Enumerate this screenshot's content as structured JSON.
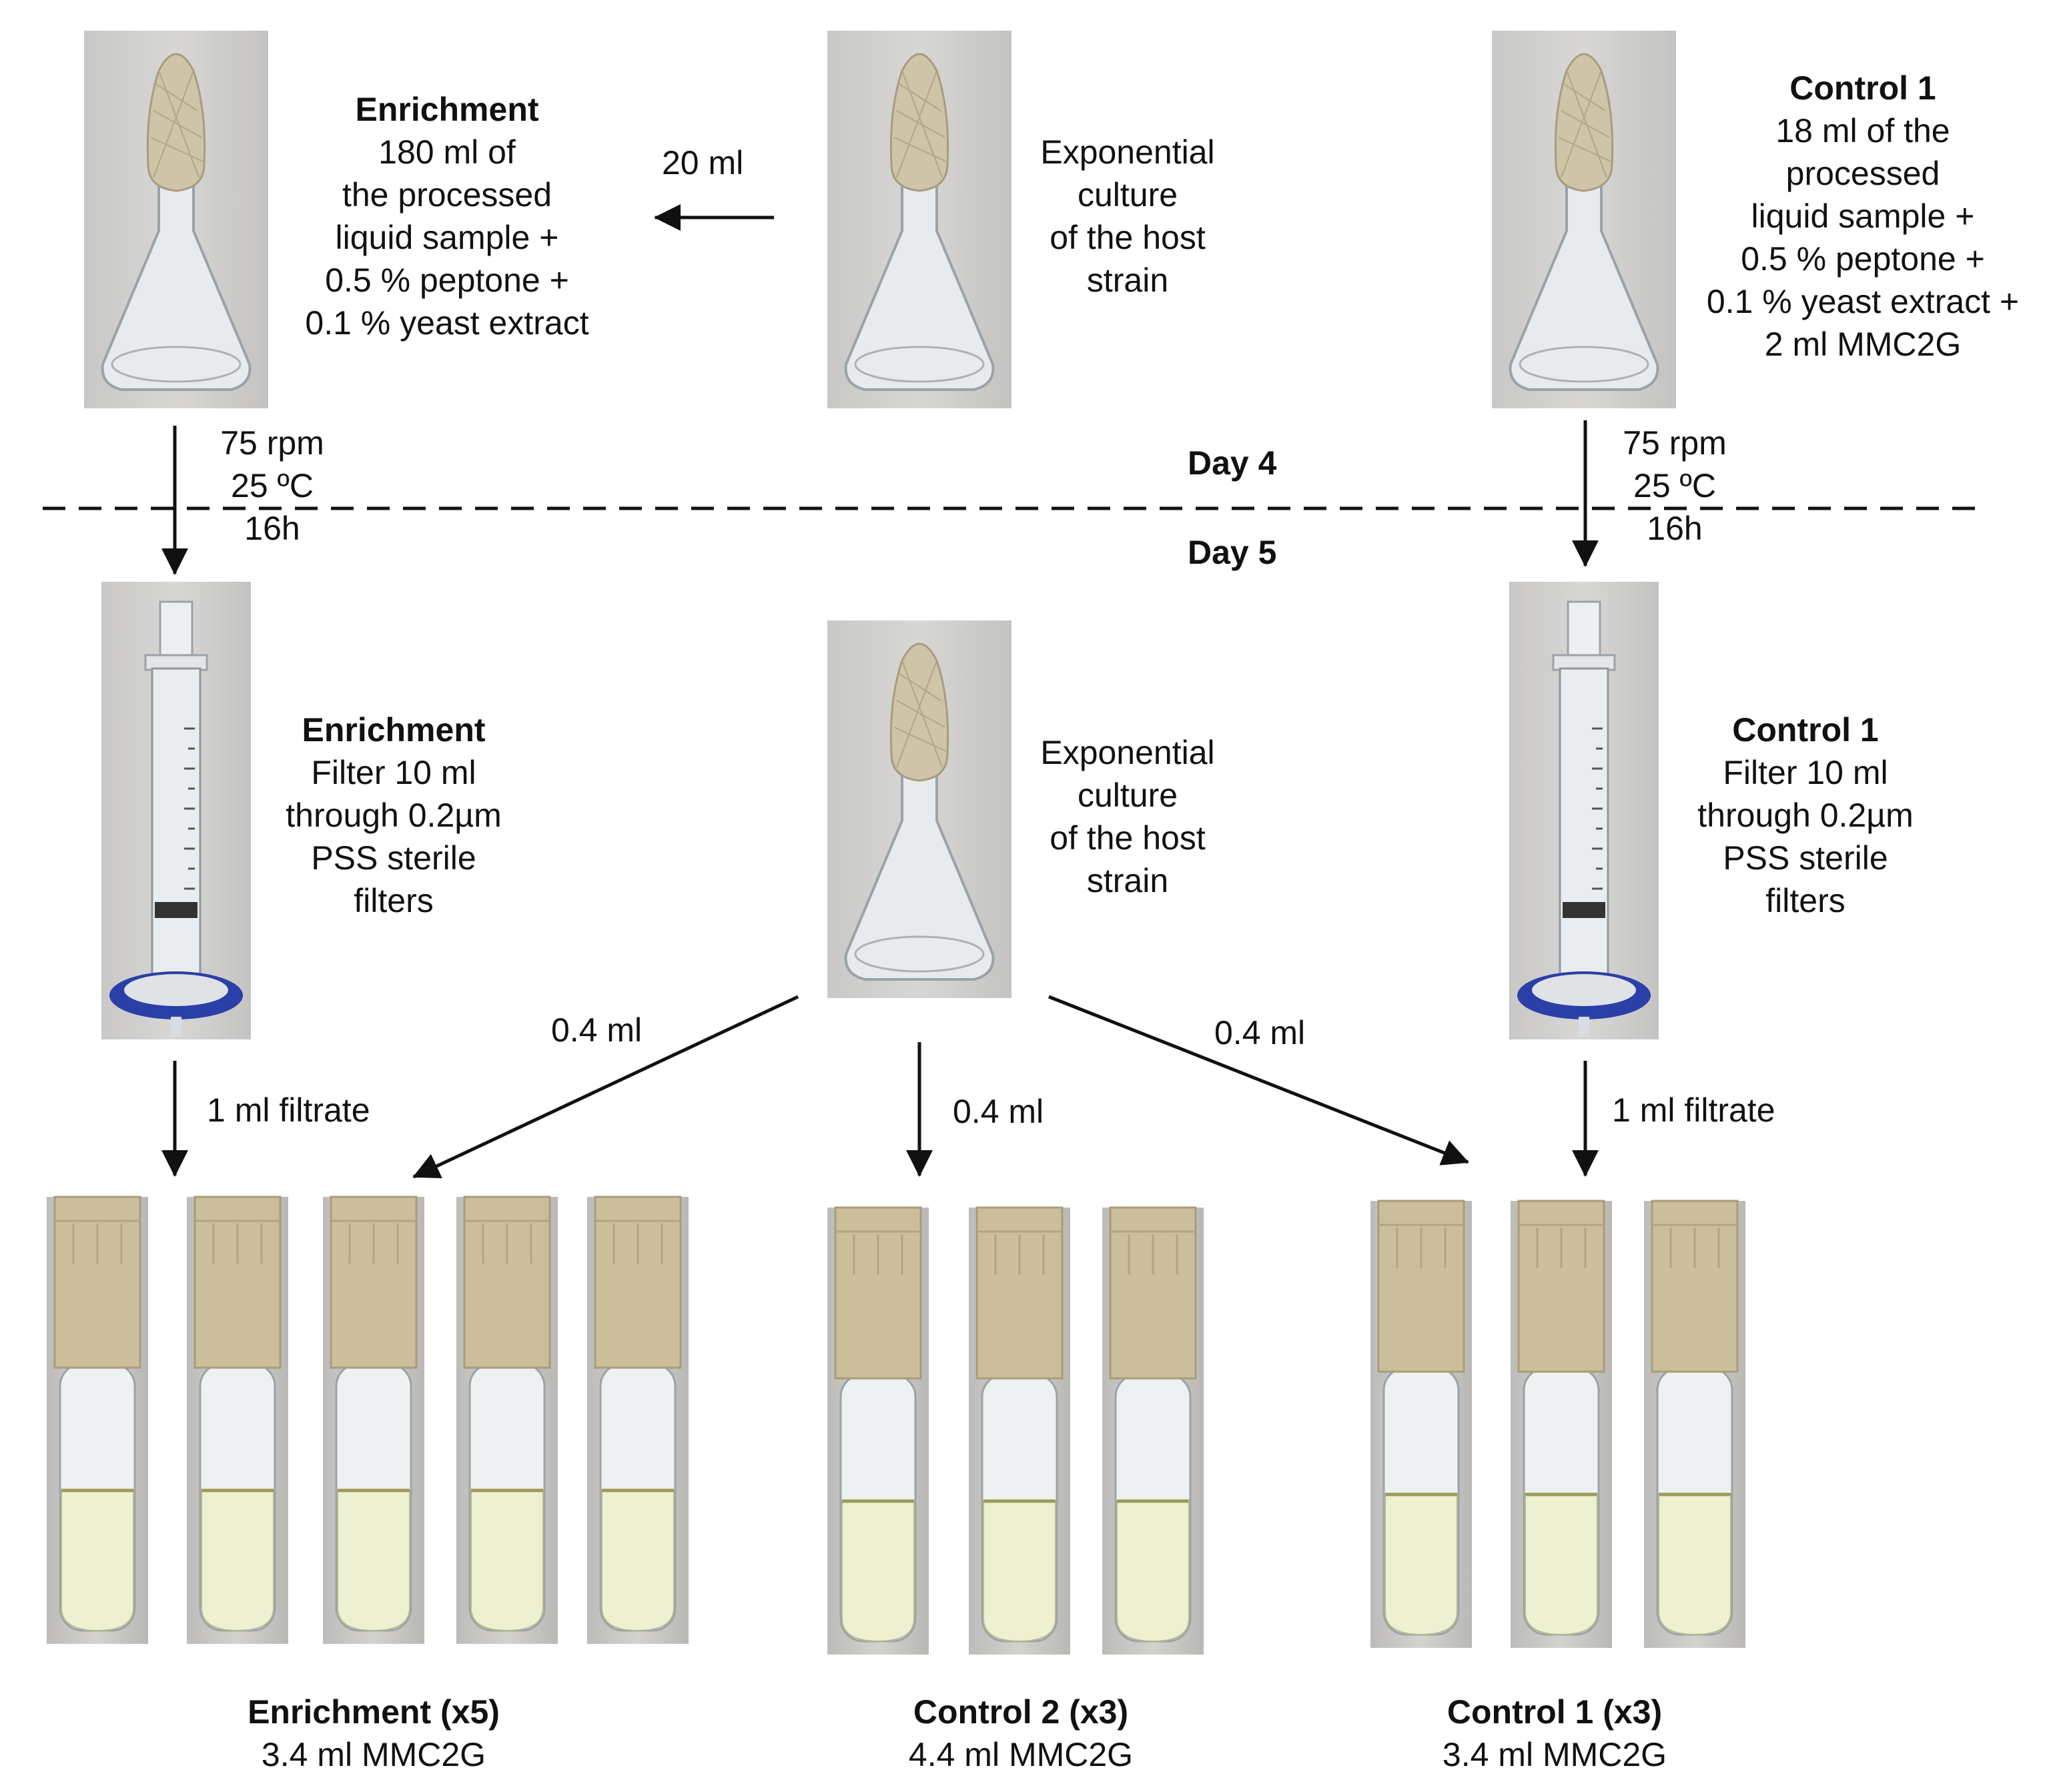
{
  "nodes": {
    "enrichment_flask": {
      "title": "Enrichment",
      "lines": [
        "180 ml of",
        "the processed",
        "liquid sample +",
        "0.5 % peptone +",
        "0.1 % yeast extract"
      ]
    },
    "host_culture_day4": {
      "lines": [
        "Exponential",
        "culture",
        "of the host",
        "strain"
      ]
    },
    "control1_flask": {
      "title": "Control 1",
      "lines": [
        "18 ml of the",
        "processed",
        "liquid sample +",
        "0.5 % peptone +",
        "0.1 % yeast extract +",
        "2 ml MMC2G"
      ]
    },
    "enrichment_filter": {
      "title": "Enrichment",
      "lines": [
        "Filter 10 ml",
        "through 0.2µm",
        "PSS sterile",
        "filters"
      ]
    },
    "host_culture_day5": {
      "lines": [
        "Exponential",
        "culture",
        "of the host",
        "strain"
      ]
    },
    "control1_filter": {
      "title": "Control 1",
      "lines": [
        "Filter 10 ml",
        "through 0.2µm",
        "PSS sterile",
        "filters"
      ]
    },
    "enrichment_tubes": {
      "title": "Enrichment (x5)",
      "lines": [
        "3.4 ml MMC2G"
      ]
    },
    "control2_tubes": {
      "title": "Control 2 (x3)",
      "lines": [
        "4.4 ml MMC2G"
      ]
    },
    "control1_tubes": {
      "title": "Control 1 (x3)",
      "lines": [
        "3.4 ml MMC2G"
      ]
    }
  },
  "edges": {
    "culture_to_enrichment": "20 ml",
    "enrichment_incubation": [
      "75 rpm",
      "25 ºC",
      "16h"
    ],
    "control1_incubation": [
      "75 rpm",
      "25 ºC",
      "16h"
    ],
    "enrichment_filtrate": "1 ml filtrate",
    "control1_filtrate": "1 ml filtrate",
    "culture_to_enrichment_tubes": "0.4 ml",
    "culture_to_control2_tubes": "0.4 ml",
    "culture_to_control1_tubes": "0.4 ml"
  },
  "divider": {
    "above": "Day 4",
    "below": "Day 5"
  },
  "colors": {
    "ink": "#111111",
    "glass": "#e9edf0",
    "cotton": "#cfc4a8",
    "cap": "#cbbf9b",
    "filter_blue": "#2a3fa8",
    "liquid": "#eef0d2"
  }
}
